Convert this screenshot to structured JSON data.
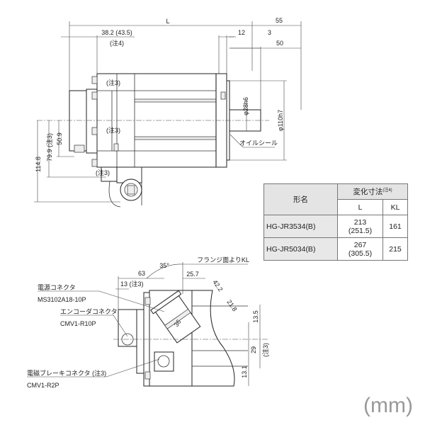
{
  "top_view": {
    "dim_L": "L",
    "dim_55": "55",
    "dim_38_2": "38.2 (43.5)",
    "note4": "(注4)",
    "dim_12": "12",
    "dim_3": "3",
    "dim_50": "50",
    "shaft_dia": "φ28h6",
    "flange_dia": "φ110h7",
    "oil_seal": "オイルシール",
    "note3_a": "(注3)",
    "note3_b": "(注3)",
    "note3_c": "(注3)",
    "dim_114_8": "114.8",
    "dim_79_9": "79.9 (注3)",
    "dim_50_9": "50.9"
  },
  "table": {
    "model_header": "形名",
    "variable_header": "変化寸法",
    "variable_note": "(注4)",
    "col_L": "L",
    "col_KL": "KL",
    "rows": [
      {
        "model": "HG-JR3534(B)",
        "L": "213",
        "L_alt": "(251.5)",
        "KL": "161"
      },
      {
        "model": "HG-JR5034(B)",
        "L": "267",
        "L_alt": "(305.5)",
        "KL": "215"
      }
    ]
  },
  "side_view": {
    "angle": "35°",
    "flange_kl": "フランジ面よりKL",
    "dim_63": "63",
    "dim_25_7": "25.7",
    "dim_13": "13 (注3)",
    "dim_42_2": "42.2",
    "dim_21_8": "21.8",
    "dim_36": "36",
    "dim_13_5": "13.5",
    "dim_29": "29",
    "note3": "(注3)",
    "dim_13_1": "13.1",
    "power_connector_label": "電源コネクタ",
    "power_connector_part": "MS3102A18-10P",
    "encoder_connector_label": "エンコーダコネクタ",
    "encoder_connector_part": "CMV1-R10P",
    "brake_connector_label": "電磁ブレーキコネクタ (注3)",
    "brake_connector_part": "CMV1-R2P"
  },
  "unit": "(mm)"
}
